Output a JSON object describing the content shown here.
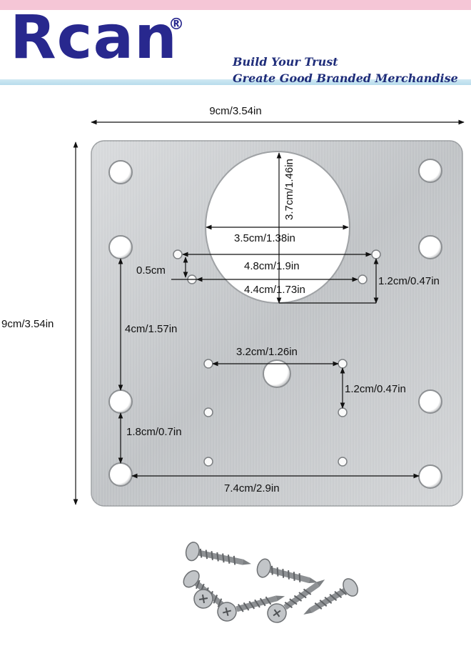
{
  "brand": {
    "logo": "Rcan",
    "registered": "®",
    "tagline_1": "Build Your Trust",
    "tagline_2": "Greate Good Branded Merchandise"
  },
  "dimensions": {
    "overall_width": "9cm/3.54in",
    "overall_height": "9cm/3.54in",
    "big_hole_height": "3.7cm/1.46in",
    "big_hole_width": "3.5cm/1.38in",
    "small_offset": "0.5cm",
    "upper_span": "4.8cm/1.9in",
    "lower_span": "4.4cm/1.73in",
    "right_vertical": "1.2cm/0.47in",
    "left_vertical": "4cm/1.57in",
    "center_span": "3.2cm/1.26in",
    "center_vertical": "1.2cm/0.47in",
    "bottom_left_vertical": "1.8cm/0.7in",
    "bottom_span": "7.4cm/2.9in"
  },
  "icons": {
    "screws": "screw-icon",
    "plate": "hinge-repair-plate-icon"
  },
  "colors": {
    "logo": "#28288e",
    "tagline": "#1f2d7a",
    "top_stripe": "#f5c6d6",
    "bottom_stripe": "#b7dcec",
    "plate": "#c9cbcd"
  }
}
